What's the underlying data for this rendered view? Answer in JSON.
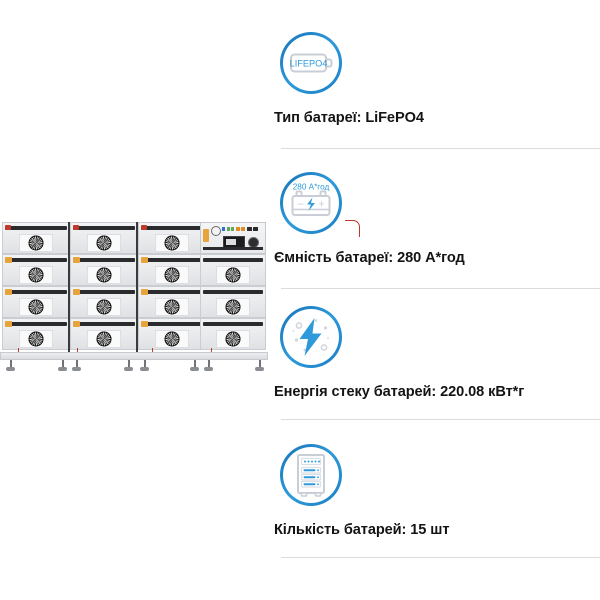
{
  "product_image": {
    "alt": "battery-rack-photo",
    "columns": 4,
    "rows": 4,
    "module_count_label": "15",
    "panel": {
      "name": "bms-control-panel"
    }
  },
  "specs": [
    {
      "icon": "lifepo4-battery-icon",
      "icon_text": "LIFEPO4",
      "label": "Тип батареї: LiFePO4"
    },
    {
      "icon": "battery-capacity-icon",
      "icon_text": "280 А*год",
      "icon_minus": "–",
      "icon_plus": "+",
      "label": "Ємність батареї: 280 А*год"
    },
    {
      "icon": "energy-bolt-icon",
      "label": "Енергія стеку батарей: 220.08 кВт*г"
    },
    {
      "icon": "battery-rack-icon",
      "label": "Кількість батарей: 15 шт"
    }
  ],
  "colors": {
    "accent": "#1b7fc4",
    "accent_light": "#2e9ada",
    "text": "#141414",
    "divider": "#dcdcdc",
    "icon_gray": "#c9ced6",
    "background": "#ffffff"
  }
}
